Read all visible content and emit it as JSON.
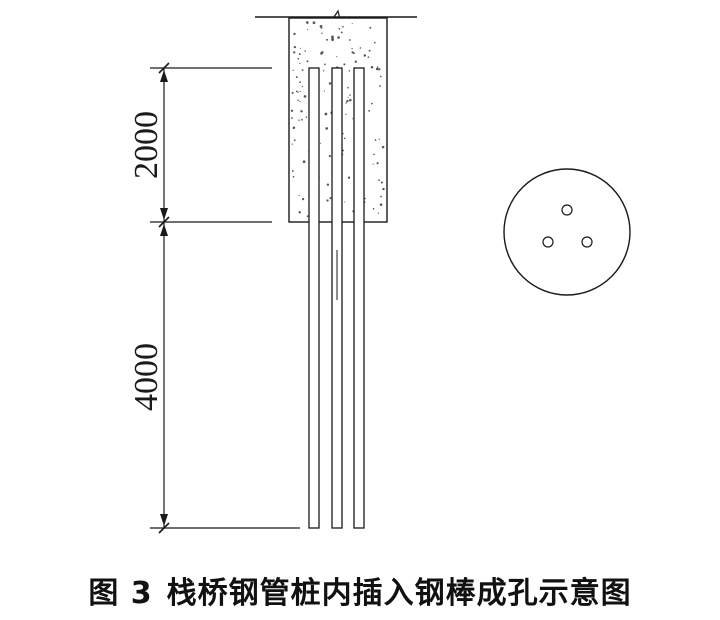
{
  "diagram": {
    "dimensions": {
      "upper": "2000",
      "lower": "4000"
    },
    "pipe_count": 3,
    "colors": {
      "line": "#1a1a1a",
      "concrete_dots": "#555555",
      "background": "#ffffff"
    }
  },
  "caption": {
    "label": "图 3",
    "text": "栈桥钢管桩内插入钢棒成孔示意图"
  }
}
